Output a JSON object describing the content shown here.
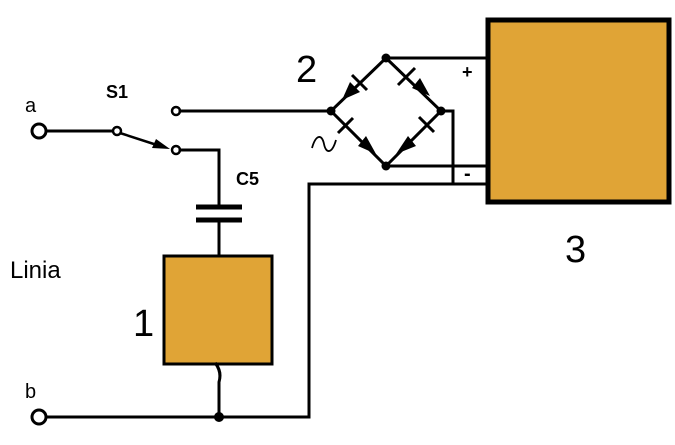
{
  "colors": {
    "block_fill": "#E0A436",
    "stroke": "#000000",
    "background": "#FFFFFF"
  },
  "labels": {
    "terminal_a": "a",
    "terminal_b": "b",
    "switch": "S1",
    "capacitor": "C5",
    "line": "Linia",
    "block1": "1",
    "block2": "2",
    "block3": "3",
    "plus": "+",
    "minus": "-"
  },
  "icons": {
    "ac_source": "sine-wave-icon",
    "diode": "diode-icon"
  }
}
